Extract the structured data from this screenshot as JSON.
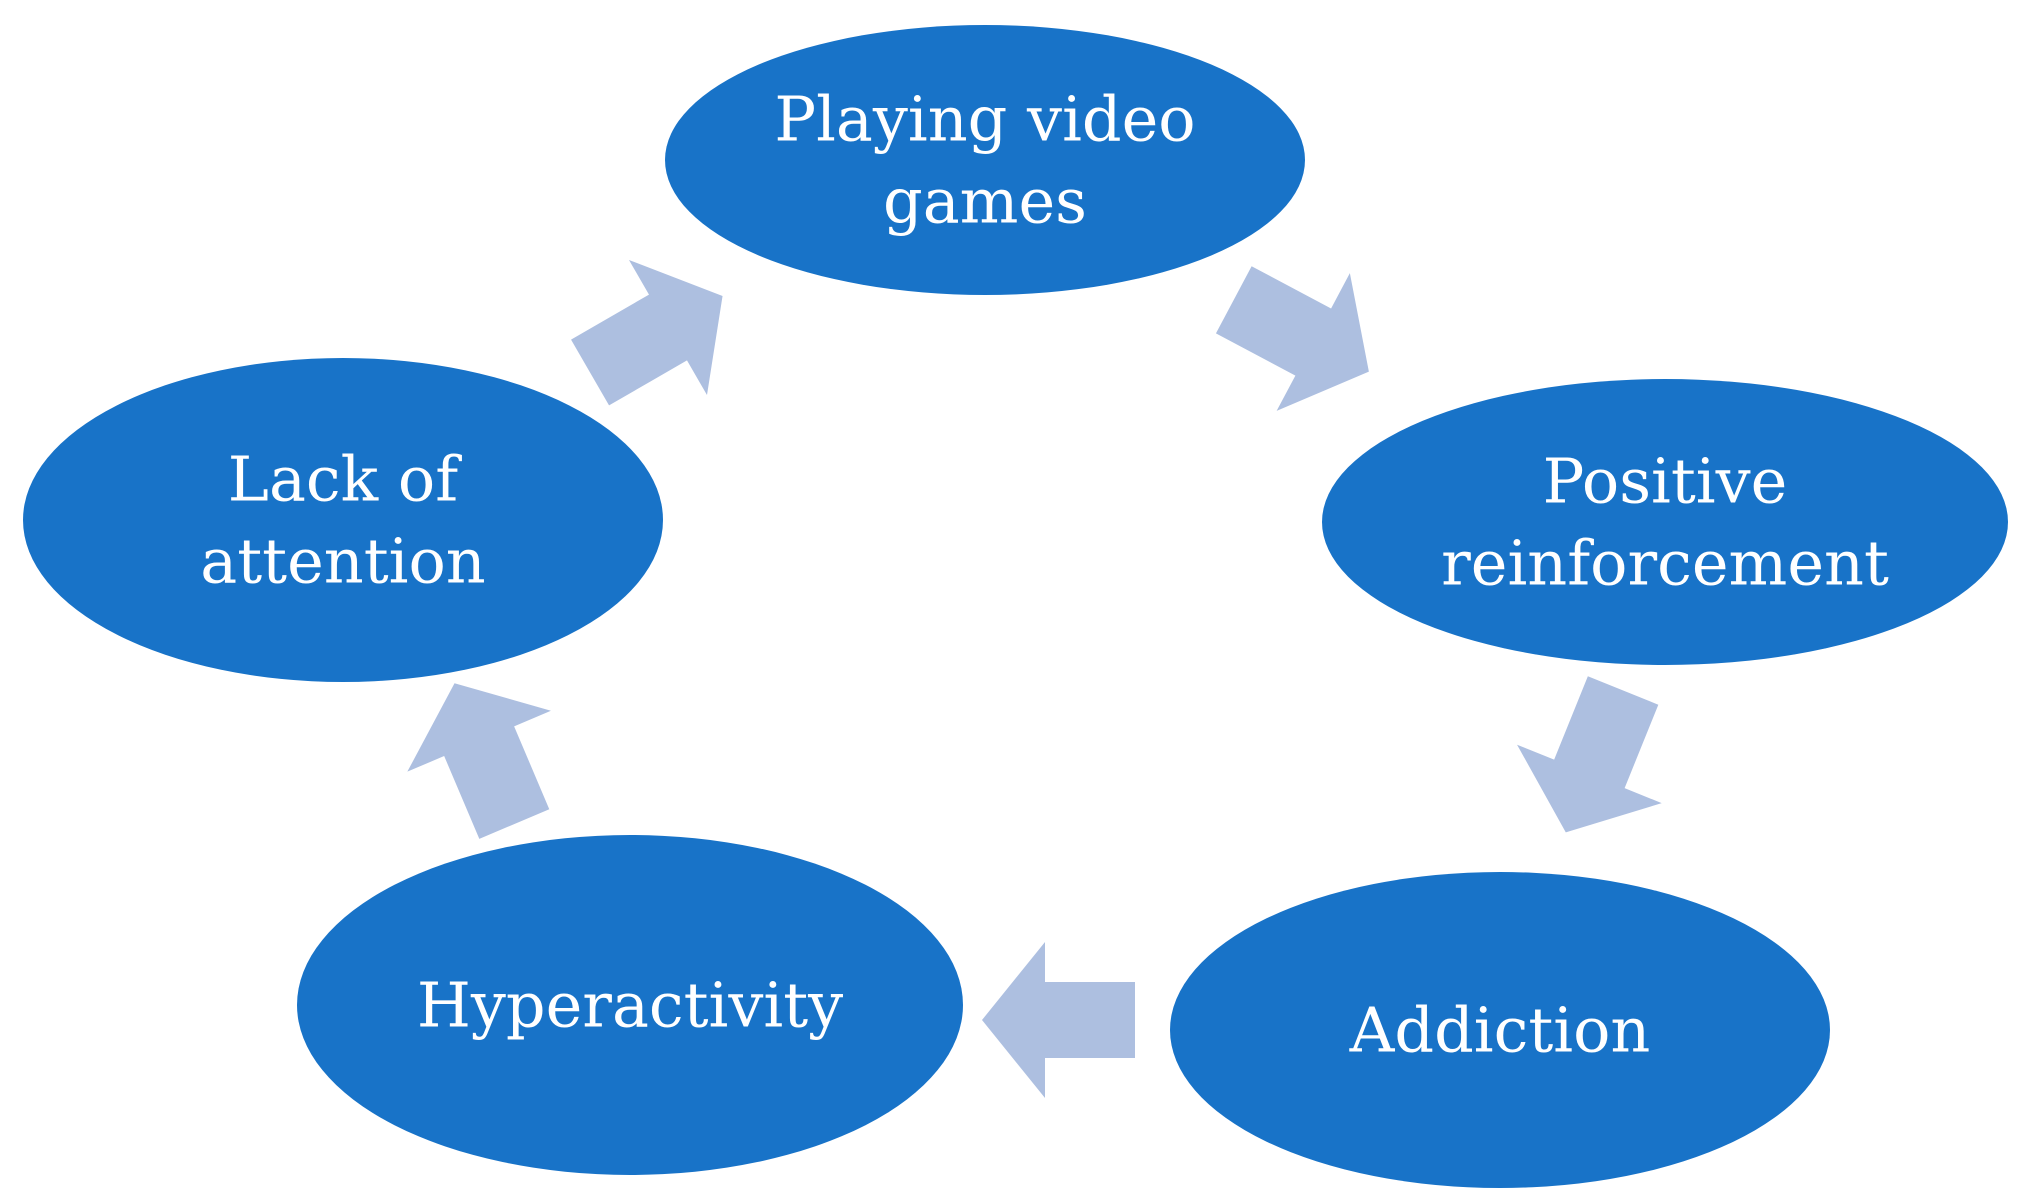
{
  "diagram": {
    "colors": {
      "node_fill": "#1873c8",
      "arrow_fill": "#adbfe0",
      "label_color": "#ffffff",
      "background": "#ffffff"
    },
    "nodes": [
      {
        "id": "playing-video-games",
        "lines": [
          "Playing video",
          "games"
        ]
      },
      {
        "id": "positive-reinforcement",
        "lines": [
          "Positive",
          "reinforcement"
        ]
      },
      {
        "id": "addiction",
        "lines": [
          "Addiction"
        ]
      },
      {
        "id": "hyperactivity",
        "lines": [
          "Hyperactivity"
        ]
      },
      {
        "id": "lack-of-attention",
        "lines": [
          "Lack of",
          "attention"
        ]
      }
    ],
    "edges": [
      {
        "from": "playing-video-games",
        "to": "positive-reinforcement"
      },
      {
        "from": "positive-reinforcement",
        "to": "addiction"
      },
      {
        "from": "addiction",
        "to": "hyperactivity"
      },
      {
        "from": "hyperactivity",
        "to": "lack-of-attention"
      },
      {
        "from": "lack-of-attention",
        "to": "playing-video-games"
      }
    ]
  }
}
